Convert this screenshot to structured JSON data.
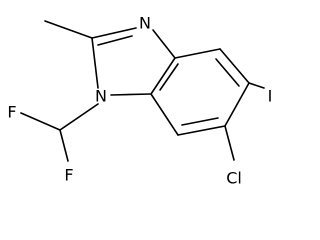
{
  "molecule": {
    "atoms": {
      "n_imine": "N",
      "n_amine": "N",
      "f_top": "F",
      "f_bottom": "F",
      "iodo": "I",
      "chloro": "Cl"
    }
  }
}
